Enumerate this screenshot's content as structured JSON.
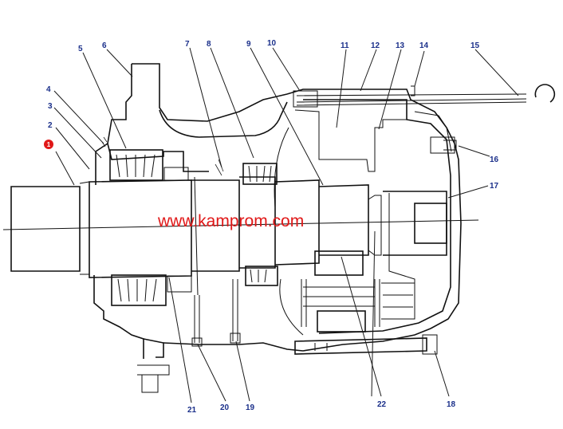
{
  "callouts": [
    "1",
    "2",
    "3",
    "4",
    "5",
    "6",
    "7",
    "8",
    "9",
    "10",
    "11",
    "12",
    "13",
    "14",
    "15",
    "16",
    "17",
    "18",
    "19",
    "20",
    "21",
    "22"
  ],
  "watermark": "www.kamprom.com",
  "highlight_marker": "1",
  "colors": {
    "callout": "#1a2f8a",
    "watermark": "#e01818",
    "marker": "#e01818",
    "line": "#111111"
  }
}
